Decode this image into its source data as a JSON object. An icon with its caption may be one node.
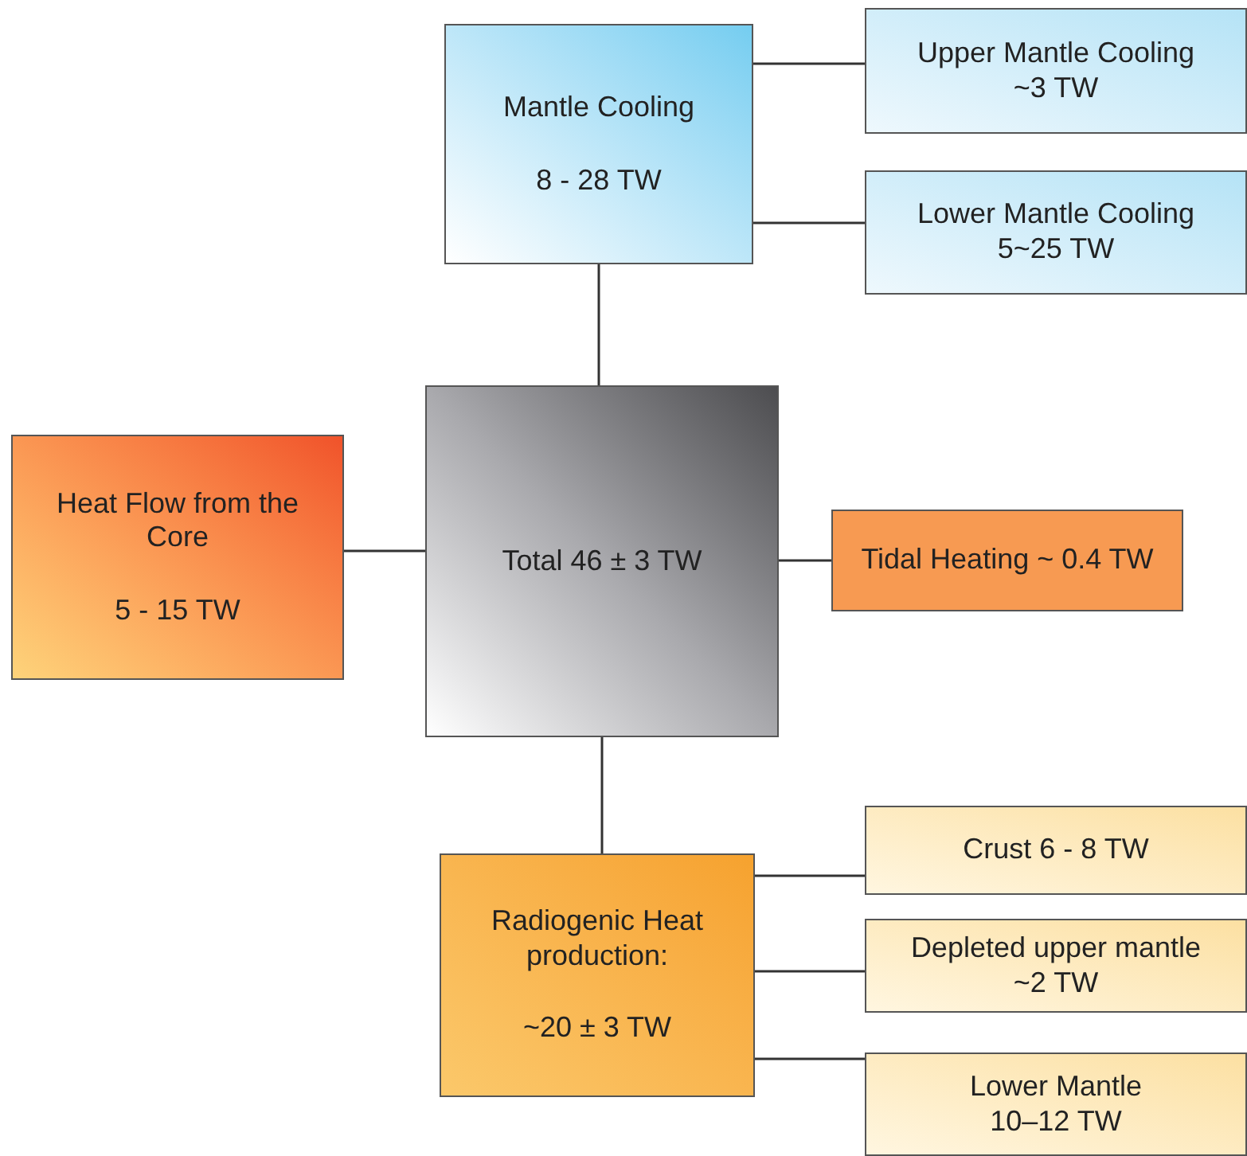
{
  "diagram": {
    "nodes": [
      {
        "text": [
          "Mantle Cooling",
          "8 - 28 TW"
        ]
      },
      {
        "text": [
          "Upper Mantle Cooling",
          "~3 TW"
        ]
      },
      {
        "text": [
          "Lower Mantle Cooling",
          "5~25 TW"
        ]
      },
      {
        "text": [
          "Heat Flow from the Core",
          "5 - 15 TW"
        ]
      },
      {
        "text": [
          "Total 46 ± 3 TW"
        ]
      },
      {
        "text": [
          "Tidal Heating ~ 0.4 TW"
        ]
      },
      {
        "text": [
          "Radiogenic Heat production:",
          "~20 ± 3 TW"
        ]
      },
      {
        "text": [
          "Crust  6 - 8 TW"
        ]
      },
      {
        "text": [
          "Depleted upper mantle",
          "~2 TW"
        ]
      },
      {
        "text": [
          "Lower Mantle",
          "10–12 TW"
        ]
      }
    ],
    "edges": [
      {
        "from": 0,
        "to": 1,
        "arrow": "none"
      },
      {
        "from": 0,
        "to": 2,
        "arrow": "none"
      },
      {
        "from": 0,
        "to": 4,
        "arrow": "none"
      },
      {
        "from": 3,
        "to": 4,
        "arrow": "none"
      },
      {
        "from": 4,
        "to": 5,
        "arrow": "none"
      },
      {
        "from": 4,
        "to": 6,
        "arrow": "none"
      },
      {
        "from": 6,
        "to": 7,
        "arrow": "none"
      },
      {
        "from": 6,
        "to": 8,
        "arrow": "none"
      },
      {
        "from": 6,
        "to": 9,
        "arrow": "none"
      }
    ]
  }
}
